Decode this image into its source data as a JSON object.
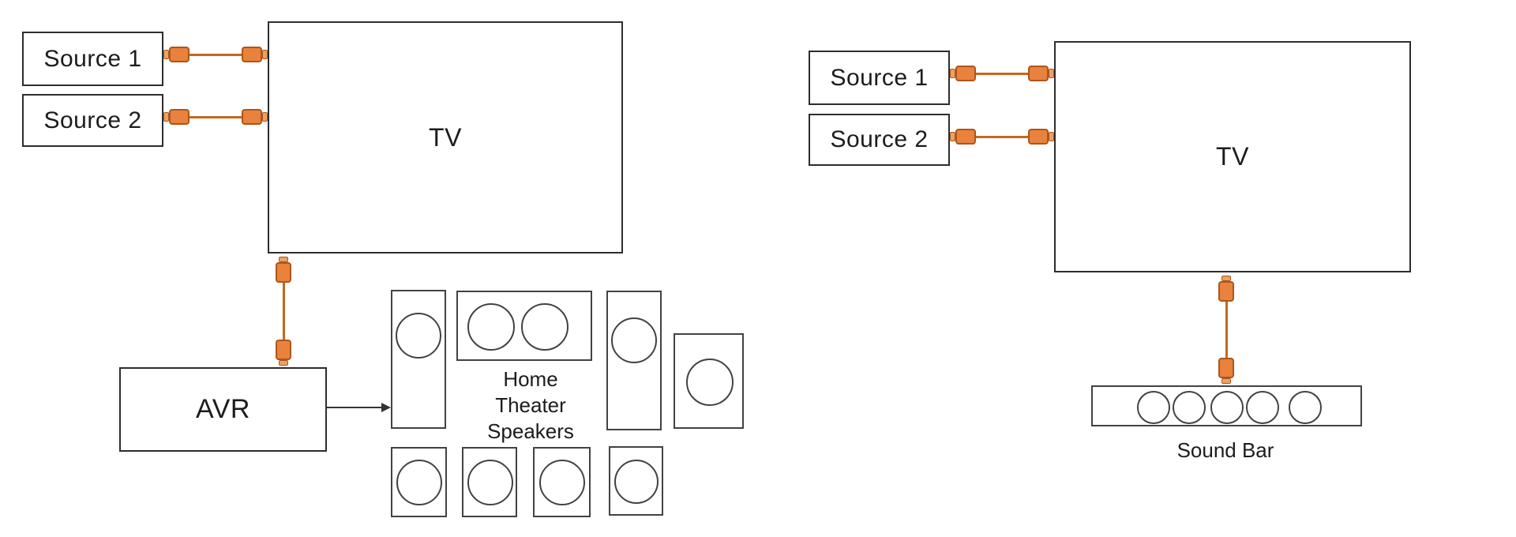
{
  "left_diagram": {
    "source1_label": "Source 1",
    "source2_label": "Source 2",
    "tv_label": "TV",
    "avr_label": "AVR",
    "speakers_label": "Home\nTheater\nSpeakers"
  },
  "right_diagram": {
    "source1_label": "Source 1",
    "source2_label": "Source 2",
    "tv_label": "TV",
    "soundbar_label": "Sound Bar"
  },
  "colors": {
    "background": "#ffffff",
    "text": "#1c1c1c",
    "box_border": "#2d2d2d",
    "speaker_border": "#424242",
    "connector_body": "#e8823d",
    "connector_tip": "#e9a265",
    "connector_border": "#ad561b",
    "wire": "#c4681f"
  }
}
